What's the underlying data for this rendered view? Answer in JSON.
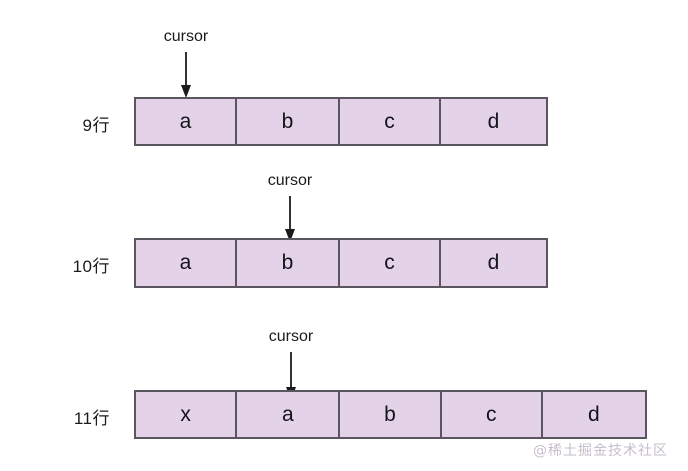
{
  "diagram": {
    "title_colors": {
      "cell_fill": "#e3d2e8",
      "cell_border": "#5b5560",
      "text": "#15131a",
      "background": "#ffffff",
      "watermark": "#bdb2c4"
    },
    "rows": [
      {
        "label": "9行",
        "cells": [
          "a",
          "b",
          "c",
          "d"
        ],
        "cursor": {
          "label": "cursor",
          "target_index": 0
        }
      },
      {
        "label": "10行",
        "cells": [
          "a",
          "b",
          "c",
          "d"
        ],
        "cursor": {
          "label": "cursor",
          "target_index": 1
        }
      },
      {
        "label": "11行",
        "cells": [
          "x",
          "a",
          "b",
          "c",
          "d"
        ],
        "cursor": {
          "label": "cursor",
          "target_index": 1
        }
      }
    ],
    "watermark": "@稀土掘金技术社区"
  }
}
